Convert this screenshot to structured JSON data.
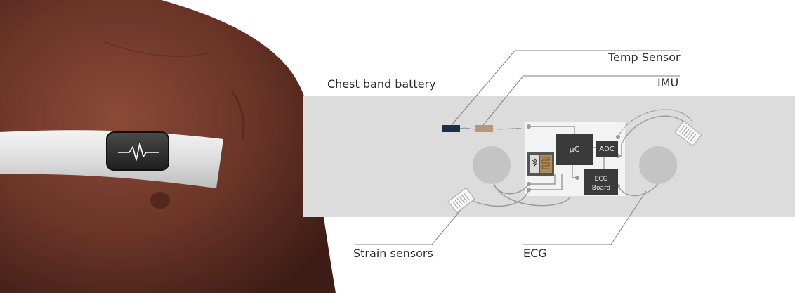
{
  "labels": {
    "temp_sensor": "Temp Sensor",
    "imu": "IMU",
    "chest_band_battery": "Chest band battery",
    "strain_sensors": "Strain sensors",
    "ecg": "ECG"
  },
  "board": {
    "mcu": "µC",
    "adc": "ADC",
    "ecg_board_line1": "ECG",
    "ecg_board_line2": "Board"
  },
  "colors": {
    "band": "#dcdcdc",
    "skin": "#6a3427",
    "chip": "#3a3a3a",
    "temp_sensor": "#1f2e45",
    "imu": "#b7967a",
    "electrode": "#c4c4c4"
  }
}
